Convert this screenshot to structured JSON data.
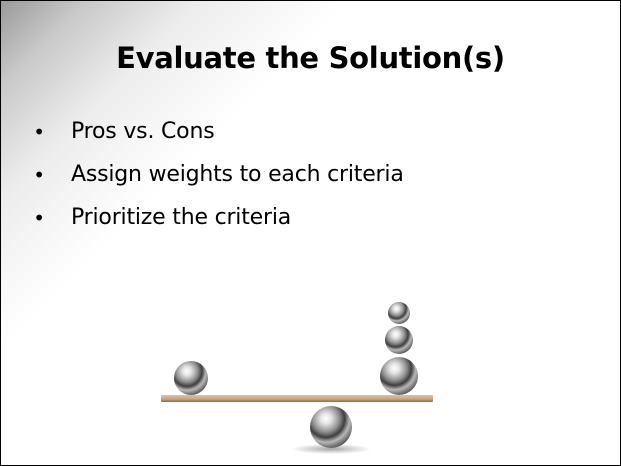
{
  "slide": {
    "title": "Evaluate the Solution(s)",
    "bullet_glyph": "•",
    "bullets": [
      "Pros vs. Cons",
      "Assign weights to each criteria",
      "Prioritize the criteria"
    ]
  },
  "illustration": {
    "image": "balance-scale-with-chrome-spheres",
    "left_side_spheres": 1,
    "right_side_spheres": 3,
    "colors": {
      "plank": "#c9a27a",
      "sphere": "#9c9c9c"
    }
  }
}
